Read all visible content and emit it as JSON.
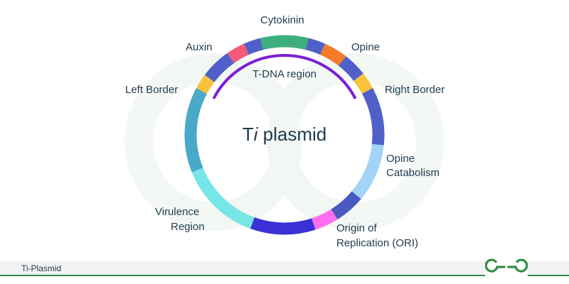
{
  "diagram": {
    "center_prefix": "T",
    "center_italic": "i",
    "center_suffix": " plasmid",
    "tdna_label": "T-DNA region",
    "labels": {
      "cytokinin": "Cytokinin",
      "auxin": "Auxin",
      "opine": "Opine",
      "left_border": "Left Border",
      "right_border": "Right Border",
      "opine_catabolism_1": "Opine",
      "opine_catabolism_2": "Catabolism",
      "virulence_1": "Virulence",
      "virulence_2": "Region",
      "ori_1": "Origin of",
      "ori_2": "Replication (ORI)"
    },
    "colors": {
      "cytokinin": "#3fae7f",
      "auxin": "#f45b7a",
      "opine": "#f57c2a",
      "border": "#f9c23c",
      "spacer": "#5060c8",
      "opine_catabolism": "#a3d3f7",
      "ori": "#ff6ef0",
      "ori_spacer": "#4a59c0",
      "gap_segment": "#3b2fd6",
      "virulence": "#76e6e6",
      "left_teal": "#4aa8c8",
      "tdna_arc": "#7a1fd6",
      "footer_green": "#2f8d46"
    }
  },
  "footer": {
    "caption": "Ti-Plasmid",
    "logo_icon": "geeksforgeeks-logo-icon"
  }
}
